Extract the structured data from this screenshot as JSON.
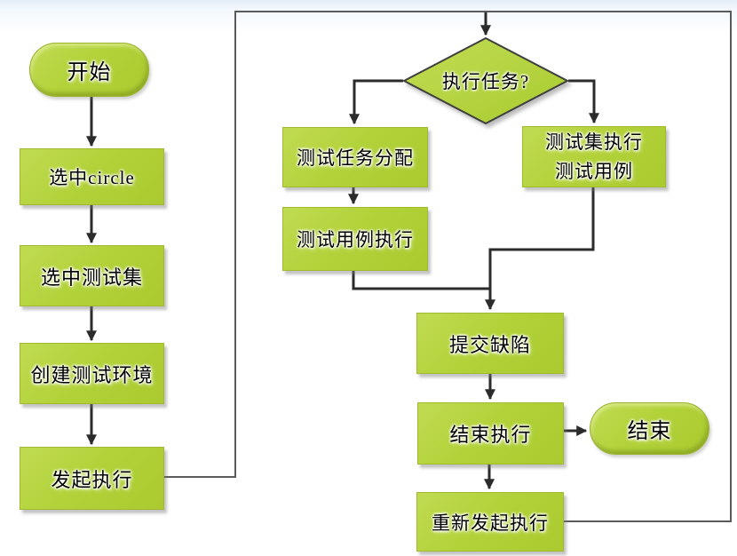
{
  "diagram": {
    "kind": "flowchart",
    "colors": {
      "node_fill": "#b3d23a",
      "node_border": "#9fba2e",
      "decision_border": "#3f3f3f",
      "arrow": "#2b2b2b",
      "loop_line": "#5a5a5a",
      "background_top": "#e3edf8"
    },
    "nodes": {
      "start": {
        "type": "terminator",
        "label": "开始"
      },
      "select_circle": {
        "type": "process",
        "label": "选中circle"
      },
      "select_testset": {
        "type": "process",
        "label": "选中测试集"
      },
      "create_env": {
        "type": "process",
        "label": "创建测试环境"
      },
      "initiate_exec": {
        "type": "process",
        "label": "发起执行"
      },
      "decision": {
        "type": "decision",
        "label": "执行任务?"
      },
      "task_assign": {
        "type": "process",
        "label": "测试任务分配"
      },
      "case_exec": {
        "type": "process",
        "label": "测试用例执行"
      },
      "set_exec": {
        "type": "process",
        "label_line1": "测试集执行",
        "label_line2": "测试用例"
      },
      "submit_defect": {
        "type": "process",
        "label": "提交缺陷"
      },
      "end_exec": {
        "type": "process",
        "label": "结束执行"
      },
      "end": {
        "type": "terminator",
        "label": "结束"
      },
      "restart_exec": {
        "type": "process",
        "label": "重新发起执行"
      }
    }
  }
}
